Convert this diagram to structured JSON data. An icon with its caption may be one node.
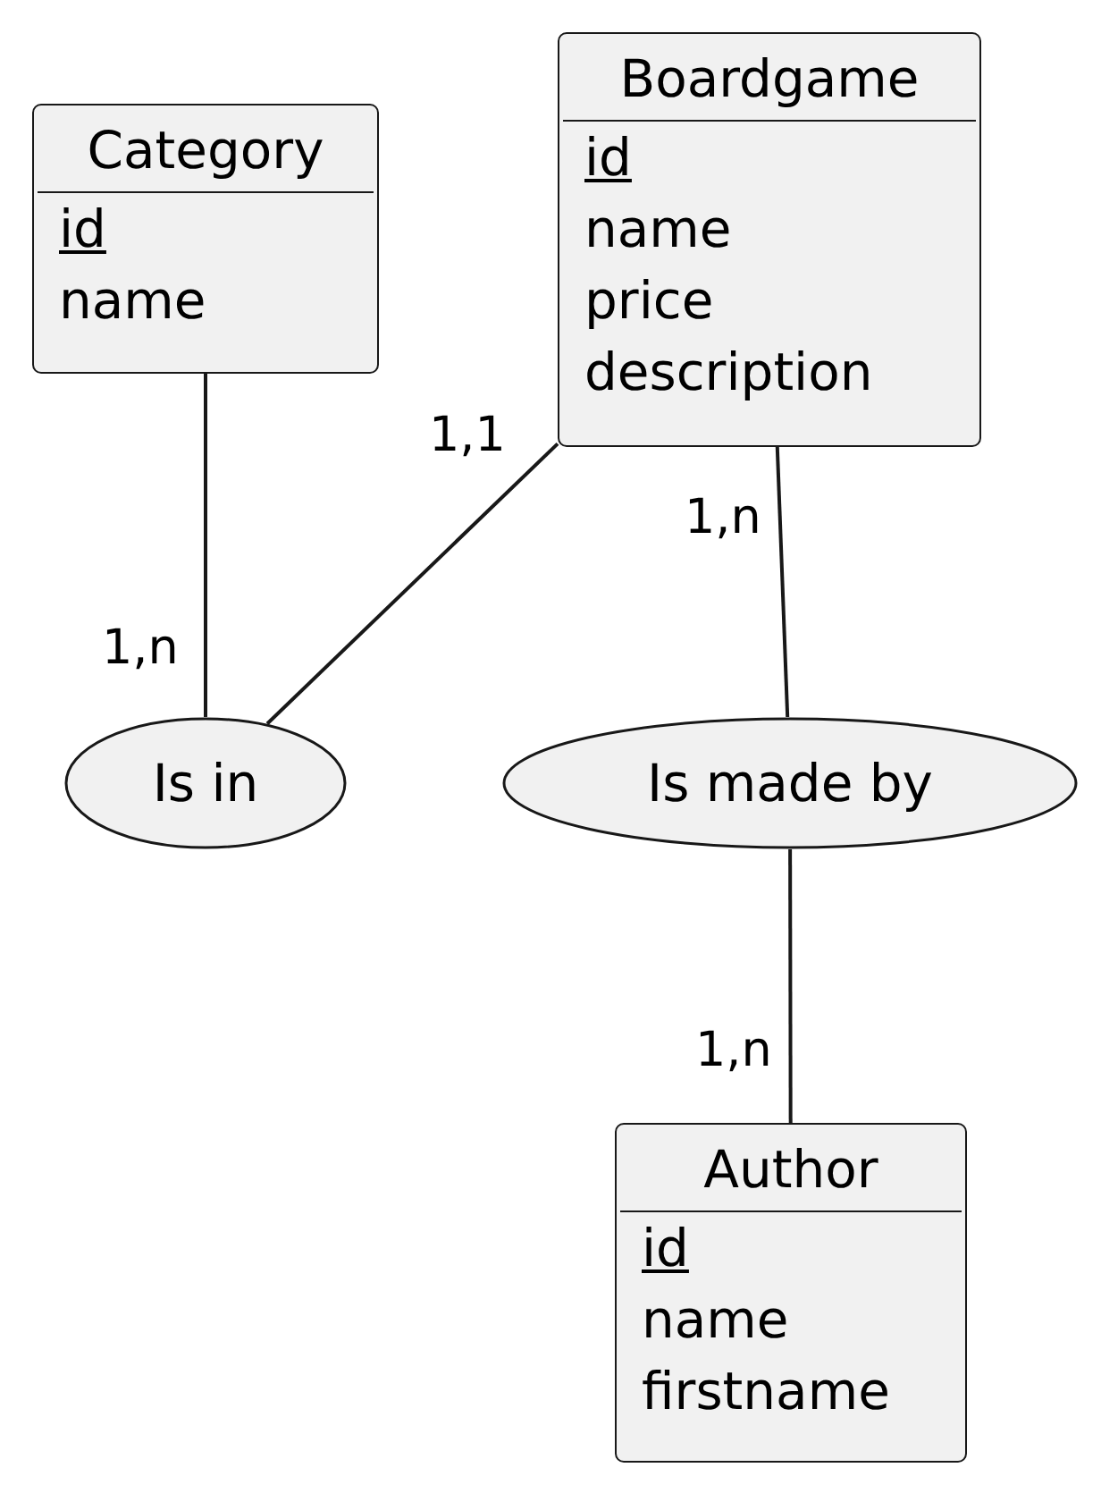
{
  "diagram": {
    "nodes": [
      {
        "text": [
          "Category",
          "id",
          "name"
        ]
      },
      {
        "text": [
          "Boardgame",
          "id",
          "name",
          "price",
          "description"
        ]
      },
      {
        "text": [
          "Is in"
        ]
      },
      {
        "text": [
          "Is made by"
        ]
      },
      {
        "text": [
          "Author",
          "id",
          "name",
          "firstname"
        ]
      }
    ],
    "edges": [
      {
        "from": 0,
        "to": 2,
        "arrow": "none",
        "label": "1,n"
      },
      {
        "from": 1,
        "to": 2,
        "arrow": "none",
        "label": "1,1"
      },
      {
        "from": 1,
        "to": 3,
        "arrow": "none",
        "label": "1,n"
      },
      {
        "from": 3,
        "to": 4,
        "arrow": "none",
        "label": "1,n"
      }
    ]
  }
}
